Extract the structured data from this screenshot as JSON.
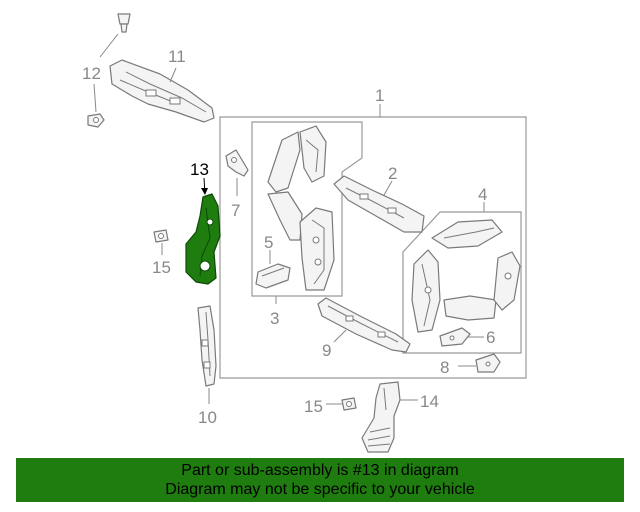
{
  "callouts": {
    "c1": "1",
    "c2": "2",
    "c3": "3",
    "c4": "4",
    "c5": "5",
    "c6": "6",
    "c7": "7",
    "c8": "8",
    "c9": "9",
    "c10": "10",
    "c11": "11",
    "c12": "12",
    "c13": "13",
    "c14": "14",
    "c15a": "15",
    "c15b": "15"
  },
  "highlighted_part": "13",
  "colors": {
    "highlight": "#1e7d0e",
    "banner": "#1e7d0e",
    "line": "#888888"
  },
  "banner": {
    "line1": "Part or sub-assembly is #13 in diagram",
    "line2": "Diagram may not be specific to your vehicle"
  }
}
